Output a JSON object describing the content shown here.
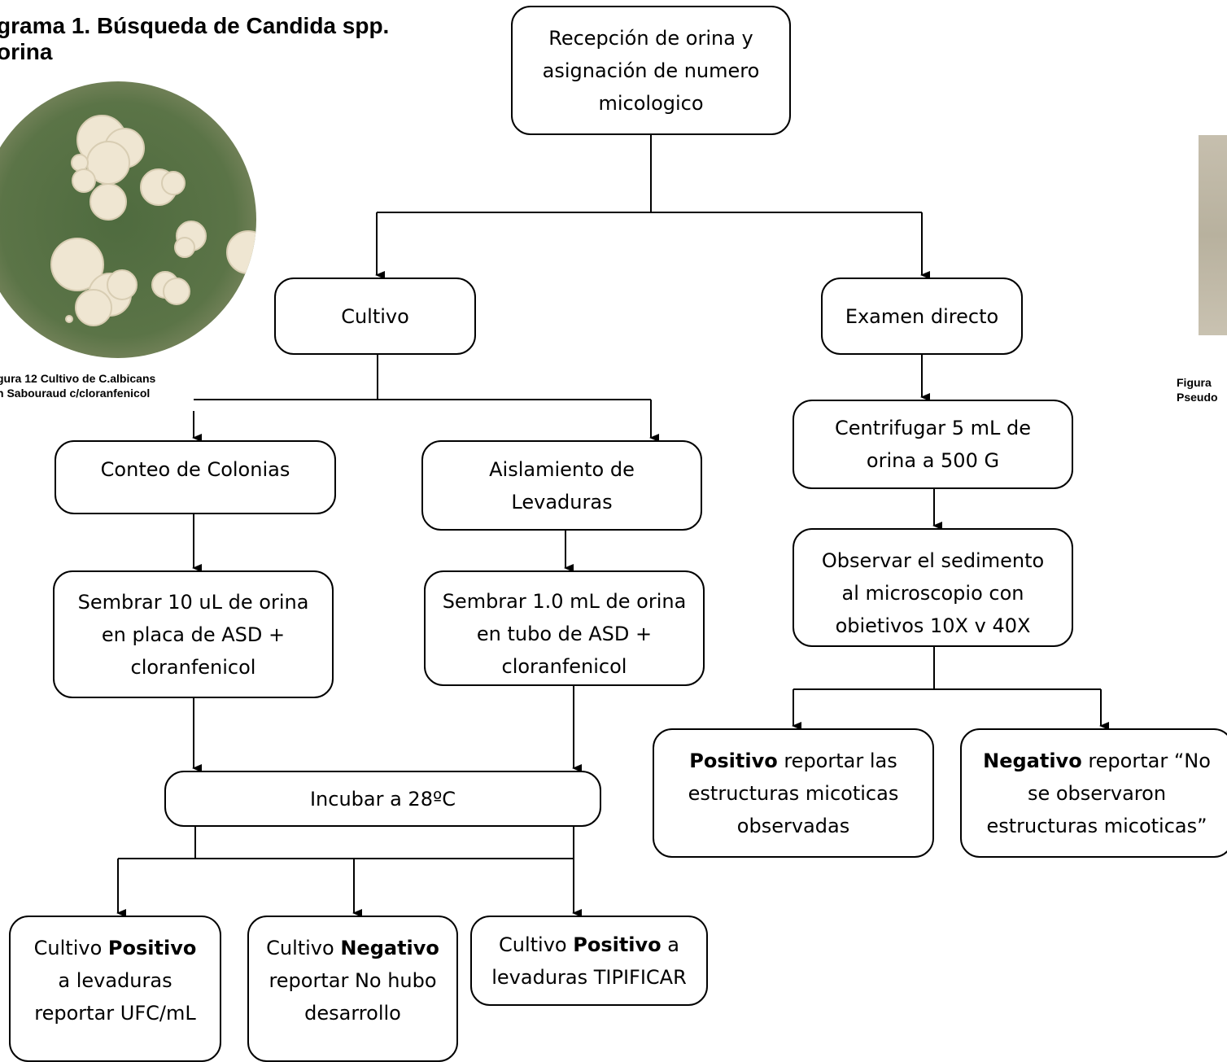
{
  "title_line1": "grama 1. Búsqueda de Candida spp.",
  "title_line2": "orina",
  "figure12": {
    "caption_line1": "gura 12 Cultivo de C.albicans",
    "caption_line2": "n  Sabouraud c/cloranfenicol"
  },
  "figure_right": {
    "caption_line1": "Figura",
    "caption_line2": "Pseudo"
  },
  "nodes": {
    "recepcion": "Recepción de orina y asignación de numero micologico",
    "cultivo": "Cultivo",
    "examen_directo": "Examen directo",
    "conteo": "Conteo de Colonias",
    "aislamiento": "Aislamiento de Levaduras",
    "sembrar_10": "Sembrar 10 uL de orina en placa de ASD + cloranfenicol",
    "sembrar_1": "Sembrar 1.0 mL de orina  en tubo de ASD + cloranfenicol",
    "centrifugar": "Centrifugar 5 mL de orina a 500 G",
    "observar": "Observar el sedimento al microscopio con obietivos 10X v 40X",
    "incubar": "Incubar a 28ºC",
    "positivo_directo": {
      "bold": "Positivo",
      "text": " reportar las estructuras micoticas observadas"
    },
    "negativo_directo": {
      "bold": "Negativo",
      "text": " reportar “No se observaron estructuras micoticas”"
    },
    "cultivo_pos_ufc": {
      "pre": "Cultivo ",
      "bold": "Positivo",
      "text": " a levaduras reportar UFC/mL"
    },
    "cultivo_neg": {
      "pre": "Cultivo ",
      "bold": "Negativo",
      "text": " reportar No hubo desarrollo"
    },
    "cultivo_pos_tip": {
      "pre": "Cultivo ",
      "bold": "Positivo",
      "text": "  a levaduras TIPIFICAR"
    }
  }
}
